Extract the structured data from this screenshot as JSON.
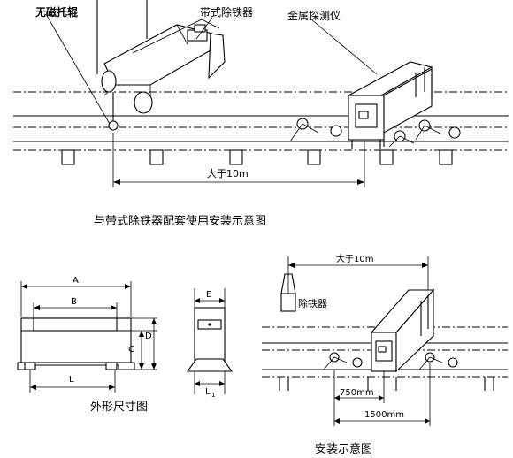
{
  "top_diagram": {
    "label_magnetic_idler": "无磁托辊",
    "label_belt_separator": "带式除铁器",
    "label_metal_detector": "金属探测仪",
    "label_distance": "大于10m",
    "caption": "与带式除铁器配套使用安装示意图"
  },
  "dimension_diagram": {
    "dim_A": "A",
    "dim_B": "B",
    "dim_C": "C",
    "dim_D": "D",
    "dim_L": "L",
    "dim_E": "E",
    "dim_L1": "L",
    "dim_L1_sub": "1",
    "caption": "外形尺寸图"
  },
  "install_diagram": {
    "label_distance": "大于10m",
    "label_iron_remover": "除铁器",
    "label_750": "750mm",
    "label_1500": "1500mm",
    "caption": "安装示意图"
  }
}
